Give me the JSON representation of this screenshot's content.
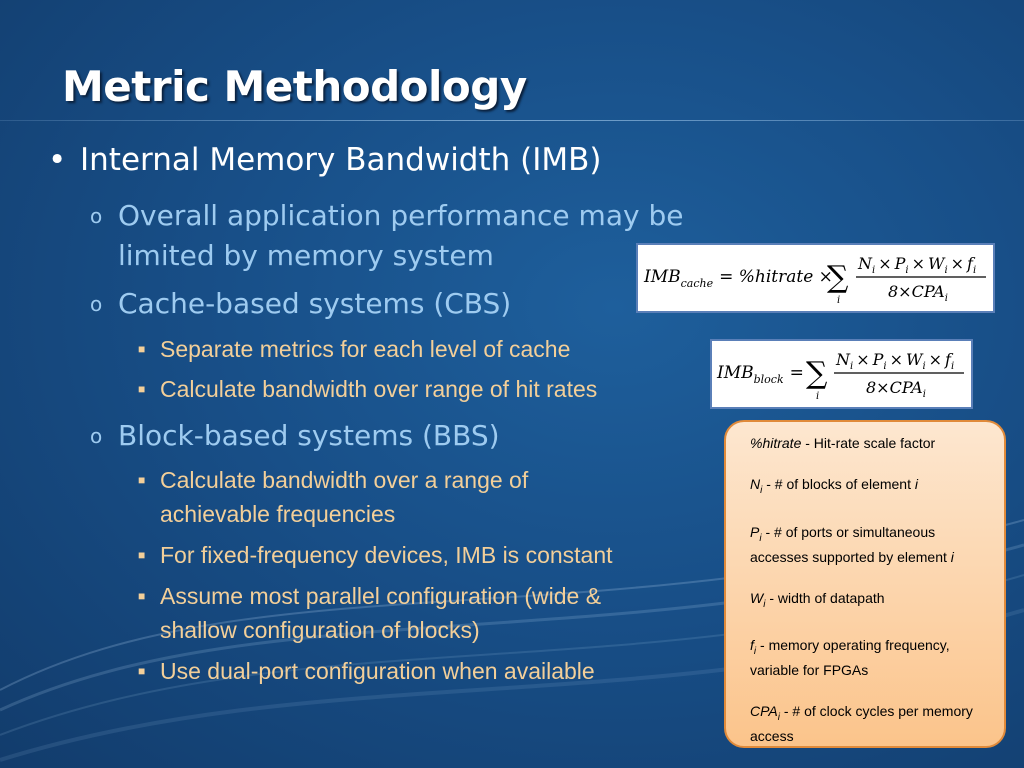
{
  "slide": {
    "title": "Metric Methodology",
    "bullets": {
      "l1": "Internal Memory Bandwidth (IMB)",
      "overall_line1": "Overall application performance may be",
      "overall_line2": "limited by memory system",
      "cbs": "Cache-based systems (CBS)",
      "cbs_sub1": "Separate metrics for each level of cache",
      "cbs_sub2": "Calculate bandwidth over range of hit rates",
      "bbs": "Block-based systems (BBS)",
      "bbs_sub1_line1": "Calculate bandwidth over a range of",
      "bbs_sub1_line2": "achievable frequencies",
      "bbs_sub2": "For fixed-frequency devices, IMB is constant",
      "bbs_sub3_line1": "Assume most parallel configuration (wide &",
      "bbs_sub3_line2": "shallow configuration of blocks)",
      "bbs_sub4": "Use dual-port configuration when available"
    },
    "markers": {
      "l1": "•",
      "l2": "o",
      "l3": "■"
    }
  },
  "formula_cache": {
    "lhs": "IMB",
    "lhs_sub": "cache",
    "eq": "= %hitrate ×",
    "sum": "∑",
    "sum_idx": "i",
    "num": "N",
    "num_p": "P",
    "num_w": "W",
    "num_f": "f",
    "times": "×",
    "sub_i": "i",
    "den": "8×CPA"
  },
  "formula_block": {
    "lhs": "IMB",
    "lhs_sub": "block",
    "eq": "=",
    "sum": "∑",
    "sum_idx": "i",
    "num": "N",
    "num_p": "P",
    "num_w": "W",
    "num_f": "f",
    "times": "×",
    "sub_i": "i",
    "den": "8×CPA"
  },
  "legend": {
    "hitrate_sym": "%hitrate",
    "hitrate_desc": " -  Hit-rate scale factor",
    "n_sym": "N",
    "n_desc": "  - # of blocks of element ",
    "p_sym": "P",
    "p_desc": "  - # of ports or simultaneous accesses supported by element ",
    "w_sym": "W",
    "w_desc": "  - width of datapath",
    "f_sym": "f",
    "f_desc": " - memory operating frequency, variable for FPGAs",
    "cpa_sym": "CPA",
    "cpa_desc": " - # of clock cycles per memory access",
    "sub_i": "i",
    "elem_i": "i"
  }
}
